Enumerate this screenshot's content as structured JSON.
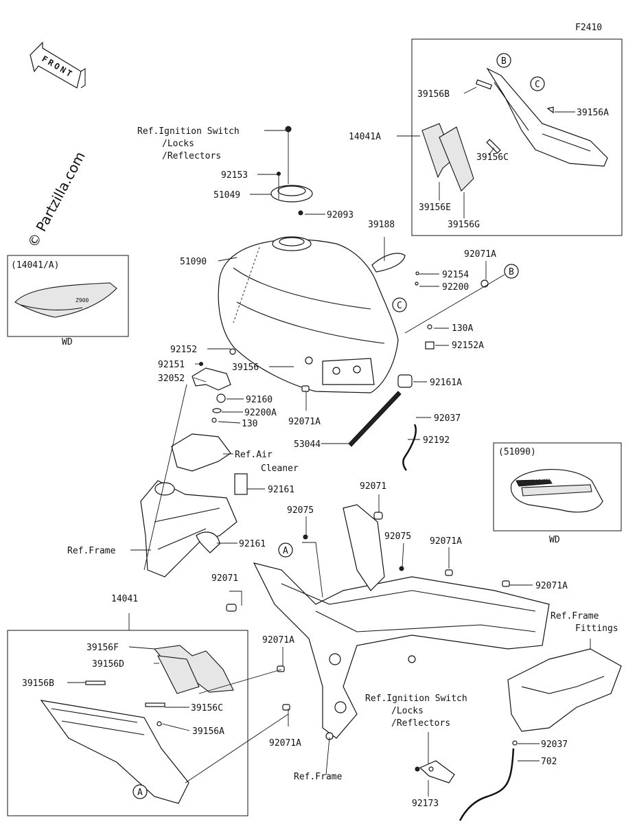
{
  "figure_code": "F2410",
  "watermark": "© Partzilla.com",
  "front_arrow_label": "FRONT",
  "callout_letters": [
    "A",
    "B",
    "C"
  ],
  "parts": [
    {
      "id": "92153"
    },
    {
      "id": "51049"
    },
    {
      "id": "92093"
    },
    {
      "id": "39188"
    },
    {
      "id": "51090"
    },
    {
      "id": "92154"
    },
    {
      "id": "92200"
    },
    {
      "id": "92071A"
    },
    {
      "id": "130A"
    },
    {
      "id": "92152A"
    },
    {
      "id": "92152"
    },
    {
      "id": "92151"
    },
    {
      "id": "32052"
    },
    {
      "id": "39156"
    },
    {
      "id": "92161A"
    },
    {
      "id": "92160"
    },
    {
      "id": "92200A"
    },
    {
      "id": "130"
    },
    {
      "id": "92037"
    },
    {
      "id": "53044"
    },
    {
      "id": "92192"
    },
    {
      "id": "92161"
    },
    {
      "id": "92071"
    },
    {
      "id": "92075"
    },
    {
      "id": "14041"
    },
    {
      "id": "14041A"
    },
    {
      "id": "39156F"
    },
    {
      "id": "39156D"
    },
    {
      "id": "39156B"
    },
    {
      "id": "39156C"
    },
    {
      "id": "39156A"
    },
    {
      "id": "39156E"
    },
    {
      "id": "39156G"
    },
    {
      "id": "92173"
    },
    {
      "id": "702"
    }
  ],
  "refs": {
    "ignition_top": [
      "Ref.Ignition Switch",
      "/Locks",
      "/Reflectors"
    ],
    "ignition_bottom": [
      "Ref.Ignition Switch",
      "/Locks",
      "/Reflectors"
    ],
    "air_cleaner": [
      "Ref.Air",
      "Cleaner"
    ],
    "frame_left": "Ref.Frame",
    "frame_bottom": "Ref.Frame",
    "frame_fittings": [
      "Ref.Frame",
      "Fittings"
    ]
  },
  "insets": {
    "side_cover": {
      "title": "(14041/A)",
      "caption": "WD"
    },
    "tank": {
      "title": "(51090)",
      "caption": "WD",
      "brand_text": "Kawasaki"
    }
  },
  "brand_text_small": "Z900"
}
